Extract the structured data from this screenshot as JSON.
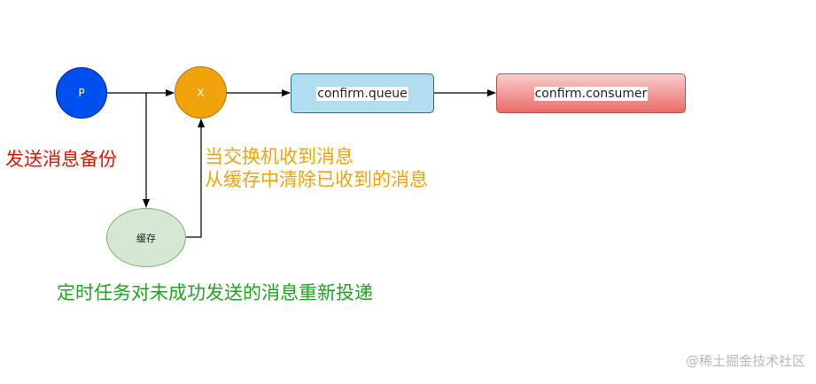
{
  "nodes": {
    "producer": "P",
    "exchange": "X",
    "queue": "confirm.queue",
    "consumer": "confirm.consumer",
    "cache": "缓存"
  },
  "annotations": {
    "backup": "发送消息备份",
    "exchange_ack_line1": "当交换机收到消息",
    "exchange_ack_line2": "从缓存中清除已收到的消息",
    "retry": "定时任务对未成功发送的消息重新投递"
  },
  "watermark": "@稀土掘金技术社区",
  "colors": {
    "producer": "#0050ef",
    "exchange": "#f0a30a",
    "queue": "#b1ddf0",
    "consumer": "#ea6b66",
    "cache": "#d5e8d4",
    "red_text": "#e51400",
    "orange_text": "#f0a30a",
    "green_text": "#1ea61e"
  }
}
